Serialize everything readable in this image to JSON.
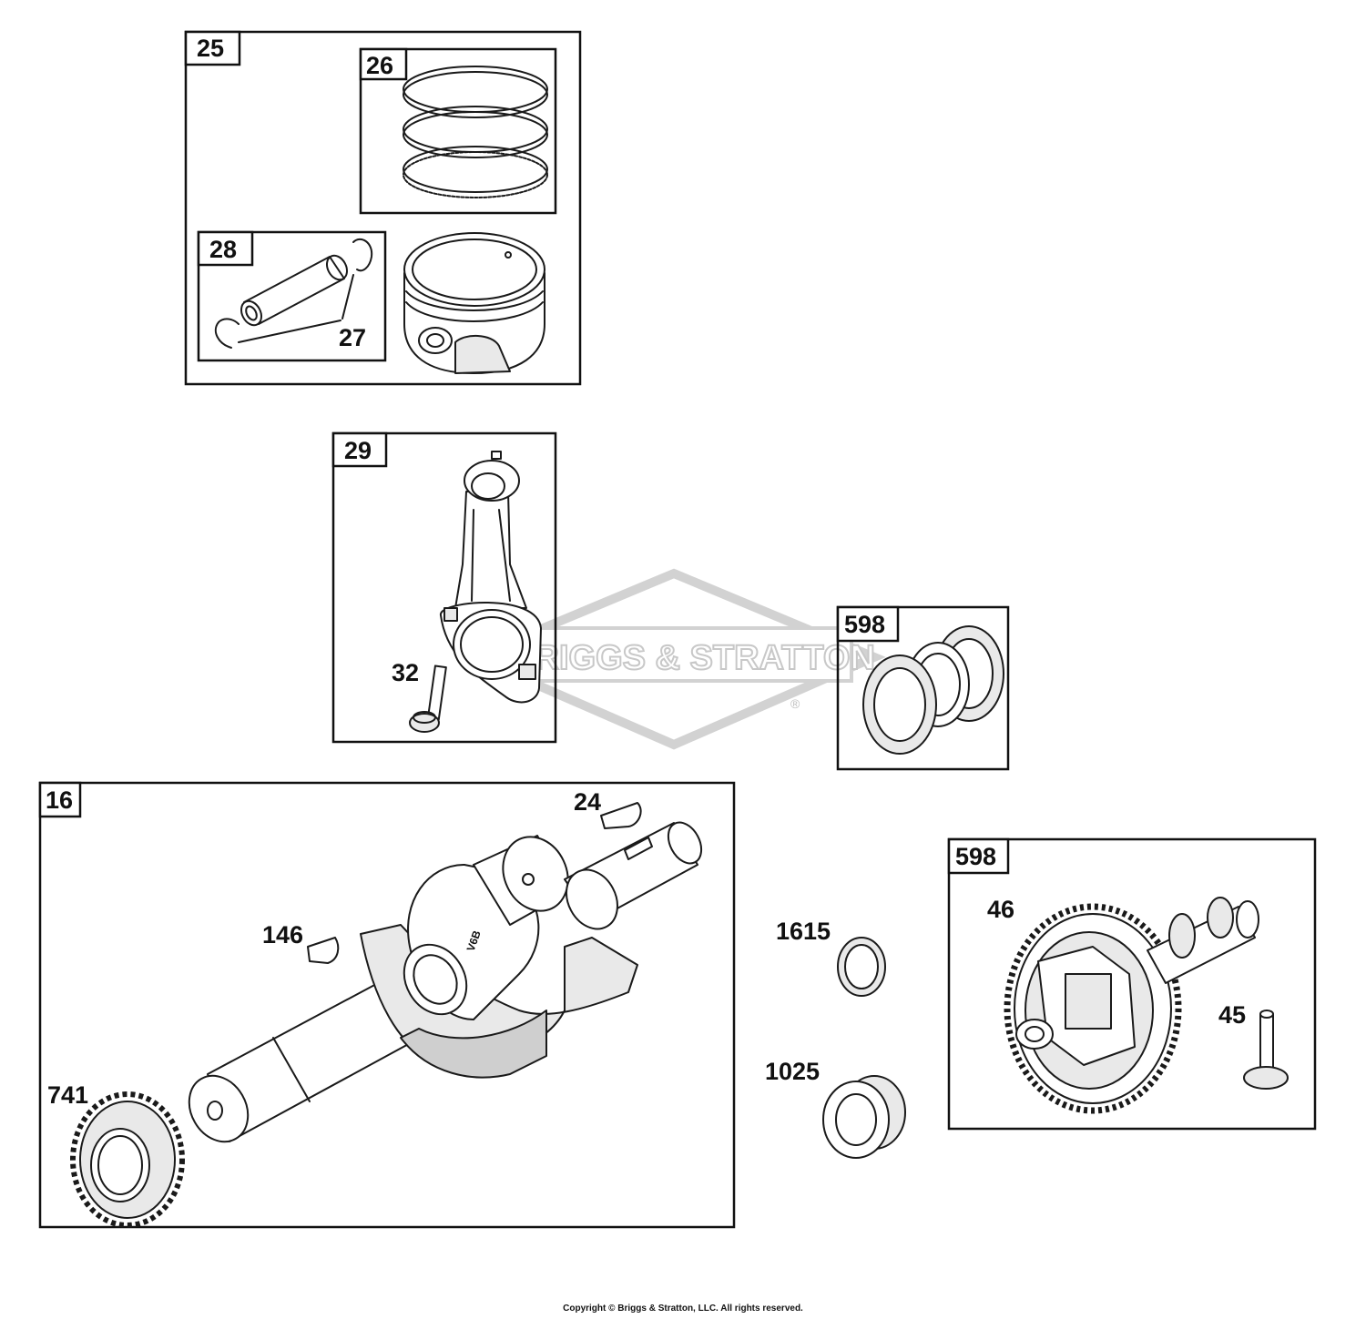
{
  "watermark": {
    "brand_text": "BRIGGS & STRATTON",
    "registered_mark": "®"
  },
  "boxes": {
    "box_25": "25",
    "box_26": "26",
    "box_28": "28",
    "box_29": "29",
    "box_598_top": "598",
    "box_16": "16",
    "box_598_bottom": "598"
  },
  "parts": {
    "p27": "27",
    "p32": "32",
    "p24": "24",
    "p146": "146",
    "p741": "741",
    "p1615": "1615",
    "p1025": "1025",
    "p46": "46",
    "p45": "45"
  },
  "footer": {
    "copyright": "Copyright © Briggs & Stratton, LLC. All rights reserved."
  }
}
